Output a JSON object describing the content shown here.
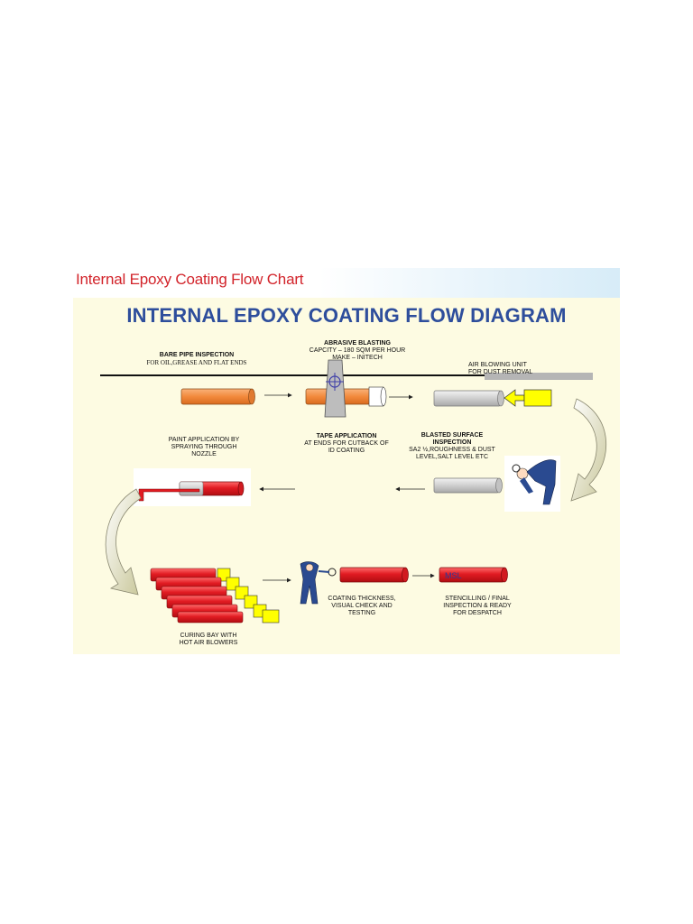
{
  "slide": {
    "title": "Internal Epoxy Coating Flow Chart",
    "diagram_title": "INTERNAL EPOXY COATING FLOW DIAGRAM"
  },
  "steps": {
    "bare_pipe": {
      "title": "BARE PIPE INSPECTION",
      "line1": "FOR OIL,GREASE AND FLAT ENDS"
    },
    "abrasive": {
      "title": "ABRASIVE BLASTING",
      "line1": "CAPCITY – 180 SQM PER HOUR",
      "line2": "MAKE – INITECH"
    },
    "air_blowing": {
      "line1": "AIR BLOWING UNIT",
      "line2": "FOR DUST REMOVAL"
    },
    "tape": {
      "title": "TAPE APPLICATION",
      "line1": "AT ENDS FOR CUTBACK OF",
      "line2": "ID COATING"
    },
    "blasted": {
      "title": "BLASTED SURFACE",
      "title2": "INSPECTION",
      "line1": "SA2 ½,ROUGHNESS & DUST",
      "line2": "LEVEL,SALT LEVEL ETC"
    },
    "paint": {
      "line1": "PAINT APPLICATION BY",
      "line2": "SPRAYING THROUGH",
      "line3": "NOZZLE"
    },
    "curing": {
      "line1": "CURING BAY WITH",
      "line2": "HOT AIR BLOWERS"
    },
    "coating": {
      "line1": "COATING THICKNESS,",
      "line2": "VISUAL CHECK AND",
      "line3": "TESTING"
    },
    "stencil": {
      "line1": "STENCILLING /  FINAL",
      "line2": "INSPECTION  & READY",
      "line3": "FOR DESPATCH"
    }
  },
  "stencil_mark": "MSL",
  "colors": {
    "title_red": "#d2232a",
    "diagram_blue": "#2e4e9c",
    "slide_bg": "#fdfbe2",
    "bare_pipe": "#f28a3c",
    "blasted_pipe": "#d4d4d4",
    "coated_pipe": "#e11b22",
    "blower_yellow": "#ffff00",
    "curve_arrow": "#c9c79a"
  }
}
